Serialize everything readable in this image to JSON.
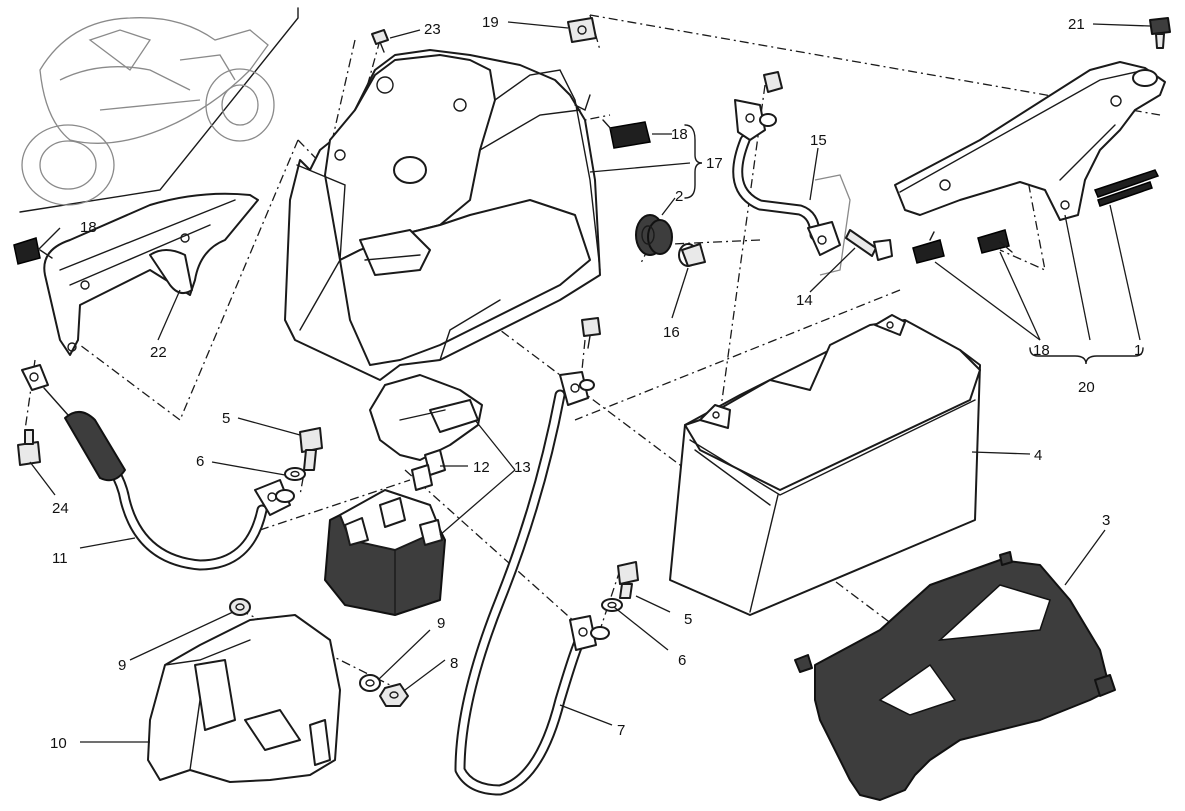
{
  "callouts": {
    "c1": "1",
    "c2": "2",
    "c3": "3",
    "c4": "4",
    "c5a": "5",
    "c5b": "5",
    "c6a": "6",
    "c6b": "6",
    "c7": "7",
    "c8": "8",
    "c9a": "9",
    "c9b": "9",
    "c10": "10",
    "c11": "11",
    "c12": "12",
    "c13": "13",
    "c14": "14",
    "c15": "15",
    "c16": "16",
    "c17": "17",
    "c18a": "18",
    "c18b": "18",
    "c18c": "18",
    "c19": "19",
    "c20": "20",
    "c21": "21",
    "c22": "22",
    "c23": "23",
    "c24": "24"
  },
  "colors": {
    "line": "#1a1a1a",
    "background": "#ffffff",
    "dark_part": "#3d3d3d"
  }
}
